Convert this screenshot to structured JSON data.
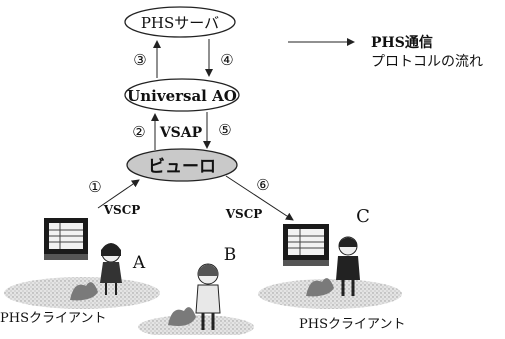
{
  "nodes": {
    "server": "PHSサーバ",
    "ao": "Universal AO",
    "bureau": "ビューロ"
  },
  "steps": [
    "③",
    "④",
    "②",
    "⑤",
    "①",
    "⑥"
  ],
  "protocols": {
    "vsap": "VSAP",
    "vscp_left": "VSCP",
    "vscp_right": "VSCP"
  },
  "legend": {
    "line1": "PHS通信",
    "line2": "プロトコルの流れ"
  },
  "clients": {
    "a": "A",
    "b": "B",
    "c": "C",
    "left_caption": "PHSクライアント",
    "right_caption": "PHSクライアント"
  },
  "colors": {
    "bureau_fill": "#c9c9c9",
    "platform_fill": "#d6d6d6",
    "stroke": "#222222"
  }
}
